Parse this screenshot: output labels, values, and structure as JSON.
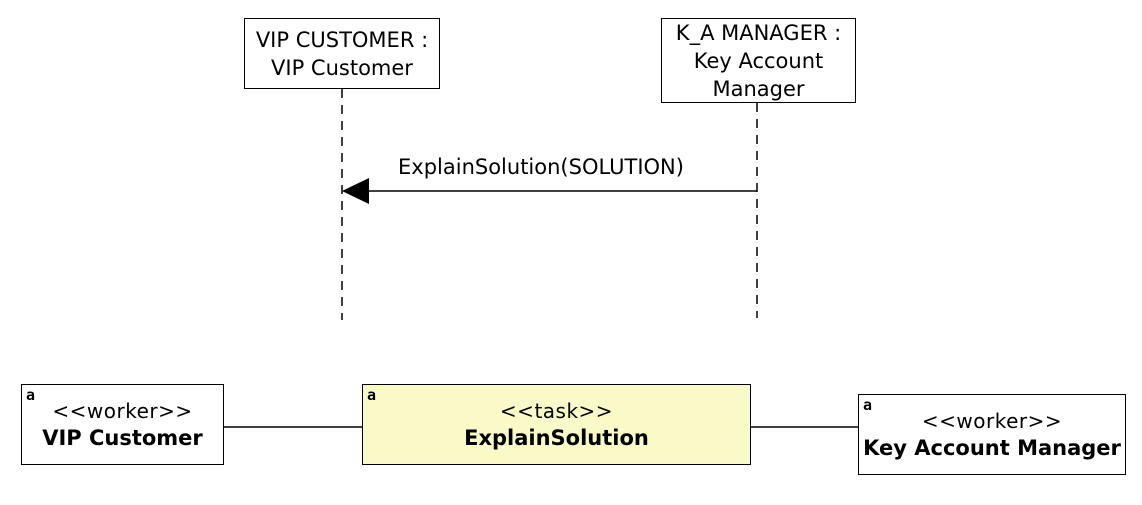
{
  "sequence": {
    "lifelines": [
      {
        "label": "VIP CUSTOMER :\nVIP Customer"
      },
      {
        "label": "K_A MANAGER :\nKey Account\nManager"
      }
    ],
    "message": {
      "label": "ExplainSolution(SOLUTION)"
    }
  },
  "model": {
    "nodes": [
      {
        "icon": "a",
        "stereotype": "<<worker>>",
        "name": "VIP Customer"
      },
      {
        "icon": "a",
        "stereotype": "<<task>>",
        "name": "ExplainSolution",
        "fill": "#fafac8"
      },
      {
        "icon": "a",
        "stereotype": "<<worker>>",
        "name": "Key Account Manager"
      }
    ]
  }
}
